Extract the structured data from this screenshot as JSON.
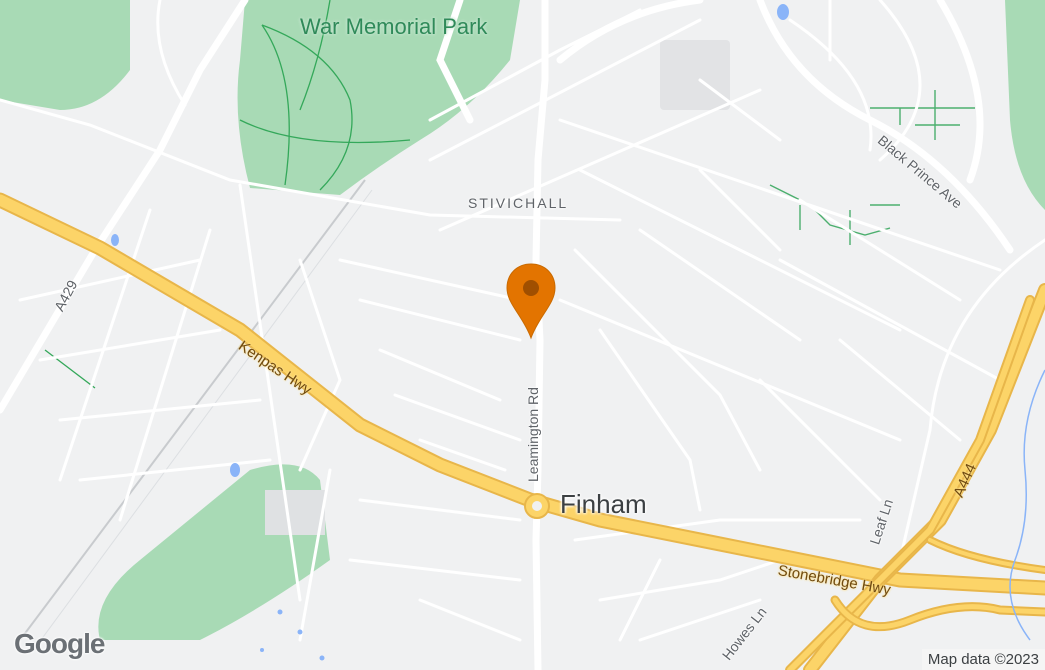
{
  "map": {
    "park_label": "War Memorial Park",
    "district_label": "STIVICHALL",
    "town_label": "Finham",
    "roads": {
      "a429": "A429",
      "kenpas": "Kenpas Hwy",
      "leamington": "Leamington Rd",
      "black_prince": "Black Prince Ave",
      "leaf": "Leaf Ln",
      "stonebridge": "Stonebridge Hwy",
      "a444": "A444",
      "howes": "Howes Ln"
    },
    "logo": "Google",
    "attribution": "Map data ©2023",
    "pin_icon": "map-marker-icon",
    "colors": {
      "land": "#f0f1f2",
      "park": "#a8dab5",
      "highway": "#fcd468",
      "highway_edge": "#e8b64a",
      "road": "#ffffff",
      "pin": "#e37400",
      "pin_dot": "#a04f00",
      "water": "#8ab4f8"
    }
  }
}
